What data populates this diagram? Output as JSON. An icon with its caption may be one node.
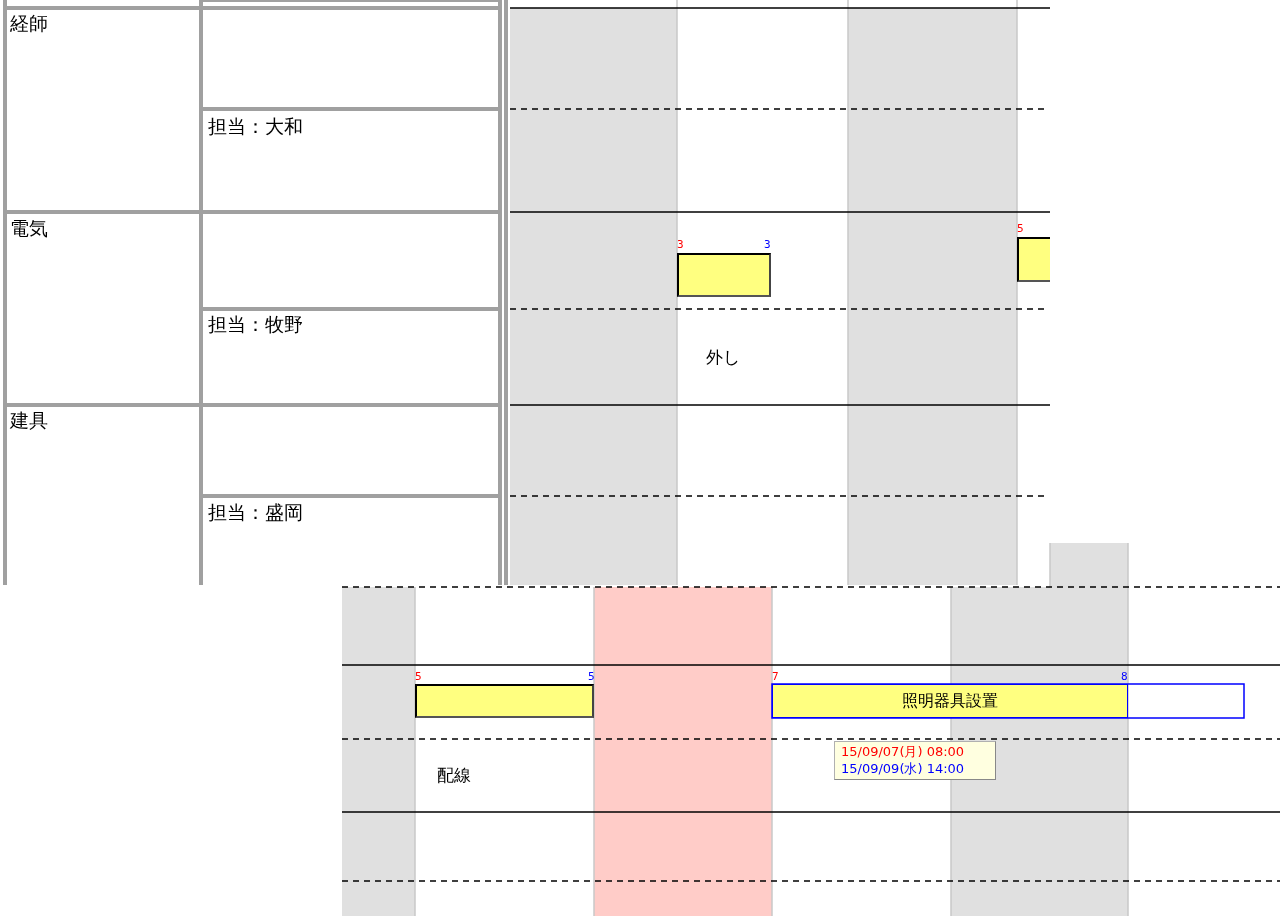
{
  "diagram": {
    "nodes": [
      {
        "text": [],
        "shape": "bar",
        "beside": [
          "3",
          "3"
        ]
      },
      {
        "text": [],
        "shape": "bar",
        "beside": [
          "5"
        ]
      },
      {
        "text": [],
        "shape": "bar",
        "beside": [
          "5",
          "5"
        ]
      },
      {
        "text": [
          "照明器具設置"
        ],
        "beside": [
          "7",
          "8"
        ]
      }
    ],
    "labels": [
      "経師",
      "担当：大和",
      "電気",
      "担当：牧野",
      "建具",
      "担当：盛岡",
      "外し",
      "配線",
      "15/09/07(月) 08:00",
      "15/09/09(水) 14:00"
    ]
  }
}
